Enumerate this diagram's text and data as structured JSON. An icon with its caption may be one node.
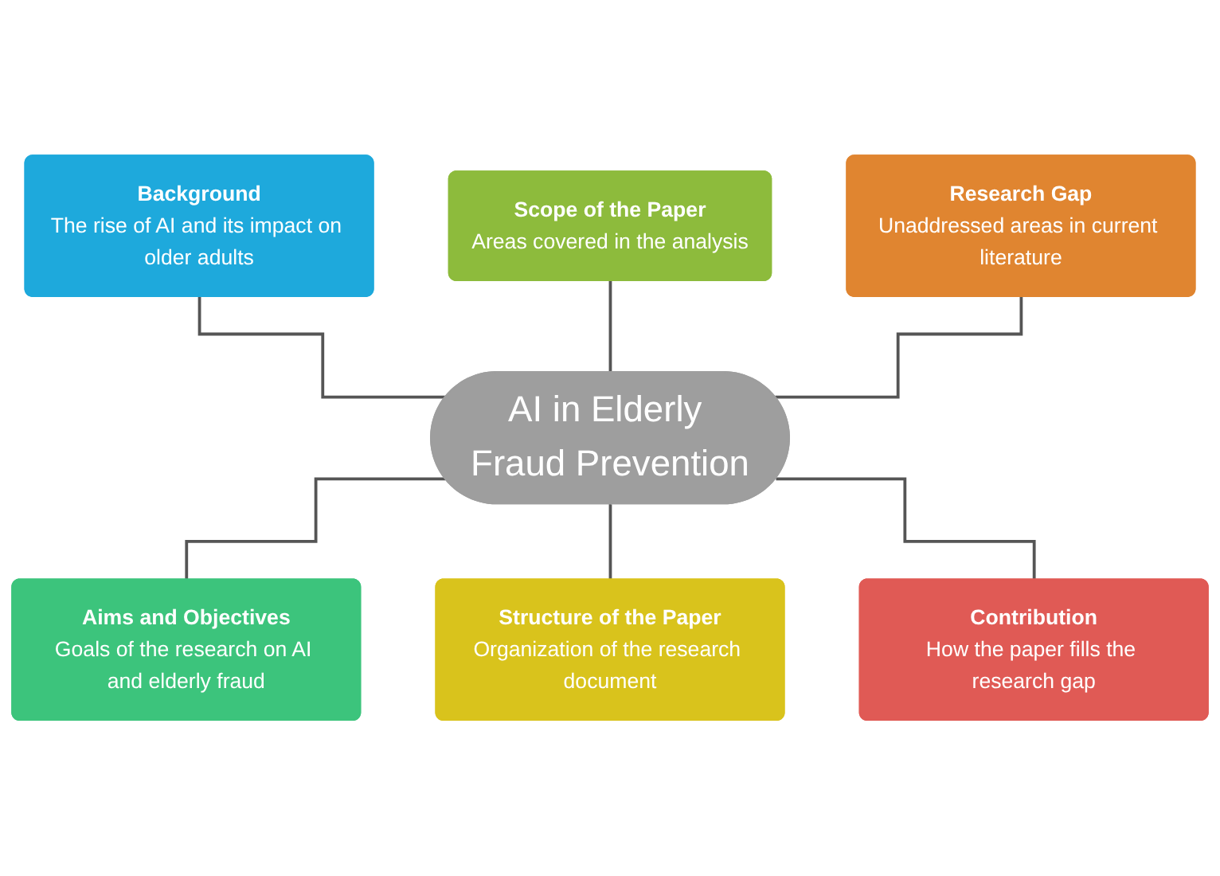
{
  "diagram": {
    "nodes": [
      {
        "text": [
          "Background",
          "The rise of AI and its impact on older adults"
        ]
      },
      {
        "text": [
          "Scope of the Paper",
          "Areas covered in the analysis"
        ]
      },
      {
        "text": [
          "Research Gap",
          "Unaddressed areas in current literature"
        ]
      },
      {
        "text": [
          "AI in Elderly Fraud Prevention"
        ]
      },
      {
        "text": [
          "Aims and Objectives",
          "Goals of the research on AI and elderly fraud"
        ]
      },
      {
        "text": [
          "Structure of the Paper",
          "Organization of the research document"
        ]
      },
      {
        "text": [
          "Contribution",
          "How the paper fills the research gap"
        ]
      }
    ],
    "edges": [
      {
        "from": 0,
        "to": 3,
        "arrow": "none"
      },
      {
        "from": 1,
        "to": 3,
        "arrow": "none"
      },
      {
        "from": 2,
        "to": 3,
        "arrow": "none"
      },
      {
        "from": 3,
        "to": 4,
        "arrow": "none"
      },
      {
        "from": 3,
        "to": 5,
        "arrow": "none"
      },
      {
        "from": 3,
        "to": 6,
        "arrow": "none"
      }
    ]
  }
}
